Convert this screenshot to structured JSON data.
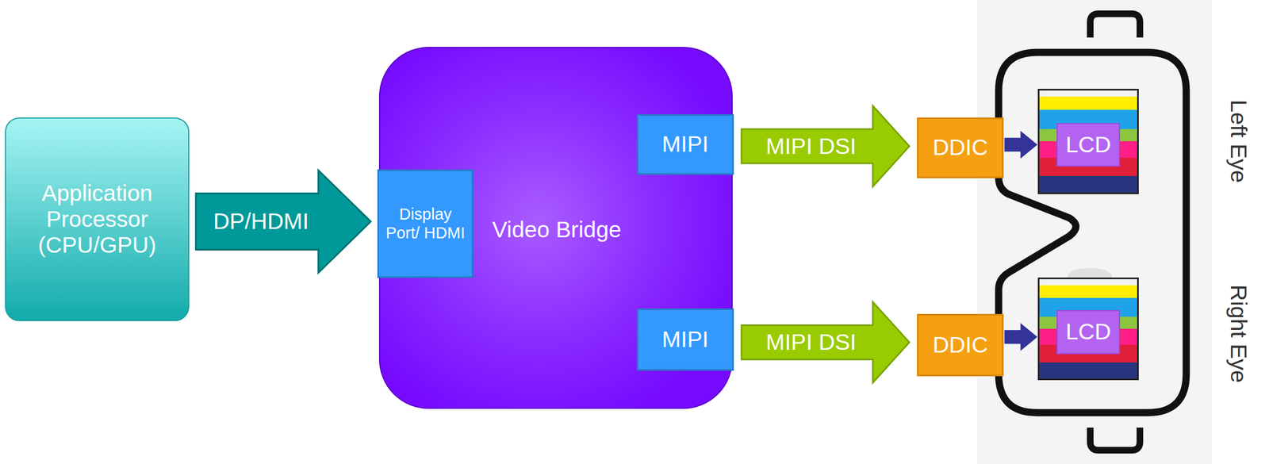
{
  "diagram": {
    "nodes": [
      {
        "text": [
          "Application Processor (CPU/GPU)"
        ]
      },
      {
        "text": [
          "Video Bridge"
        ]
      },
      {
        "text": [
          "Display Port/ HDMI"
        ],
        "in": 1
      },
      {
        "text": [
          "MIPI"
        ],
        "in": 1
      },
      {
        "text": [
          "MIPI"
        ],
        "in": 1
      },
      {
        "text": [
          "DDIC"
        ]
      },
      {
        "text": [
          "LCD"
        ]
      },
      {
        "text": [
          "DDIC"
        ]
      },
      {
        "text": [
          "LCD"
        ]
      }
    ],
    "edges": [
      {
        "from": 0,
        "to": 2,
        "label": "DP/HDMI",
        "arrow": "to"
      },
      {
        "from": 3,
        "to": 5,
        "label": "MIPI DSI",
        "arrow": "to"
      },
      {
        "from": 4,
        "to": 7,
        "label": "MIPI DSI",
        "arrow": "to"
      },
      {
        "from": 5,
        "to": 6,
        "arrow": "to"
      },
      {
        "from": 7,
        "to": 8,
        "arrow": "to"
      }
    ],
    "labels": [
      "Left Eye",
      "Right Eye"
    ]
  }
}
